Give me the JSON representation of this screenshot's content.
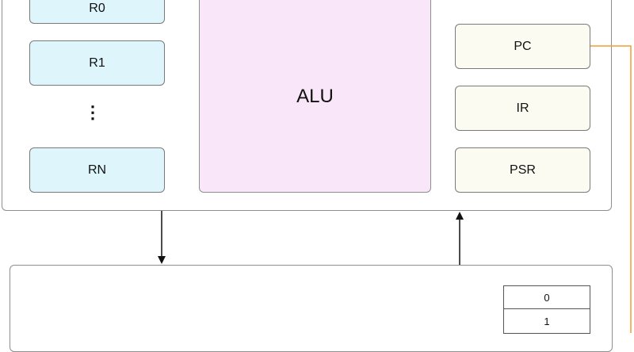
{
  "cpu": {
    "general_registers": [
      {
        "label": "R0"
      },
      {
        "label": "R1"
      },
      {
        "label": "⋮"
      },
      {
        "label": "RN"
      }
    ],
    "alu_label": "ALU",
    "control_registers": [
      {
        "label": "PC"
      },
      {
        "label": "IR"
      },
      {
        "label": "PSR"
      }
    ]
  },
  "memory": {
    "addresses": [
      "0",
      "1"
    ]
  },
  "colors": {
    "general_register_fill": "#ddf5fb",
    "alu_fill": "#f9e6f8",
    "control_register_fill": "#fbfbf2",
    "pc_link": "#f39c34"
  }
}
